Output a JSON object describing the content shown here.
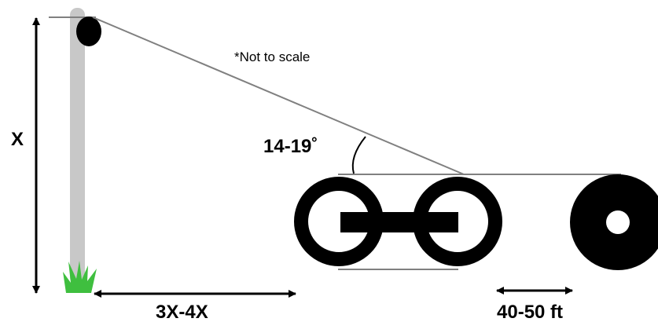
{
  "labels": {
    "height": "X",
    "note": "*Not to scale",
    "angle": "14-19˚",
    "horizontal_distance": "3X-4X",
    "spacing": "40-50 ft"
  },
  "colors": {
    "pole": "#c8c8c8",
    "line": "#808080",
    "black": "#000000",
    "grass": "#3fbf3f"
  }
}
